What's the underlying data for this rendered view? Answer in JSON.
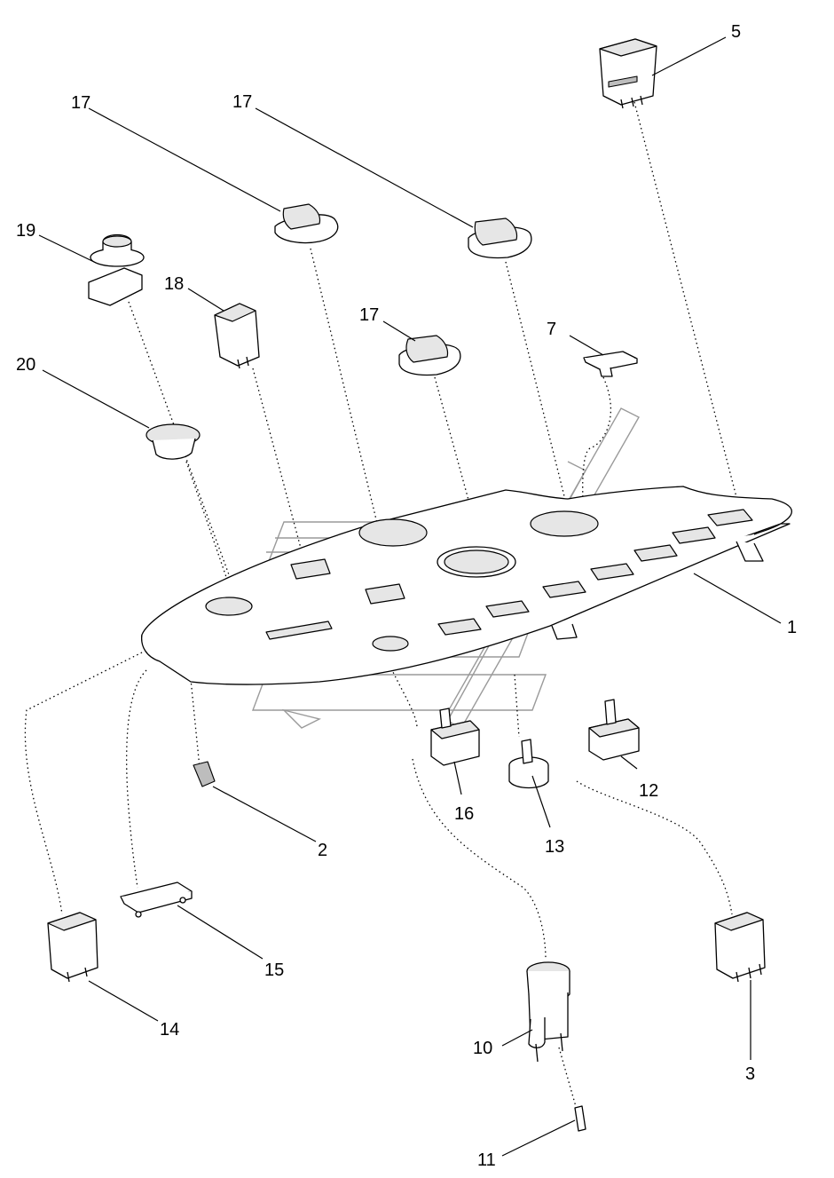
{
  "figure": {
    "callouts": [
      "1",
      "2",
      "3",
      "5",
      "7",
      "10",
      "11",
      "12",
      "13",
      "14",
      "15",
      "16",
      "17",
      "17",
      "17",
      "18",
      "19",
      "20"
    ]
  }
}
